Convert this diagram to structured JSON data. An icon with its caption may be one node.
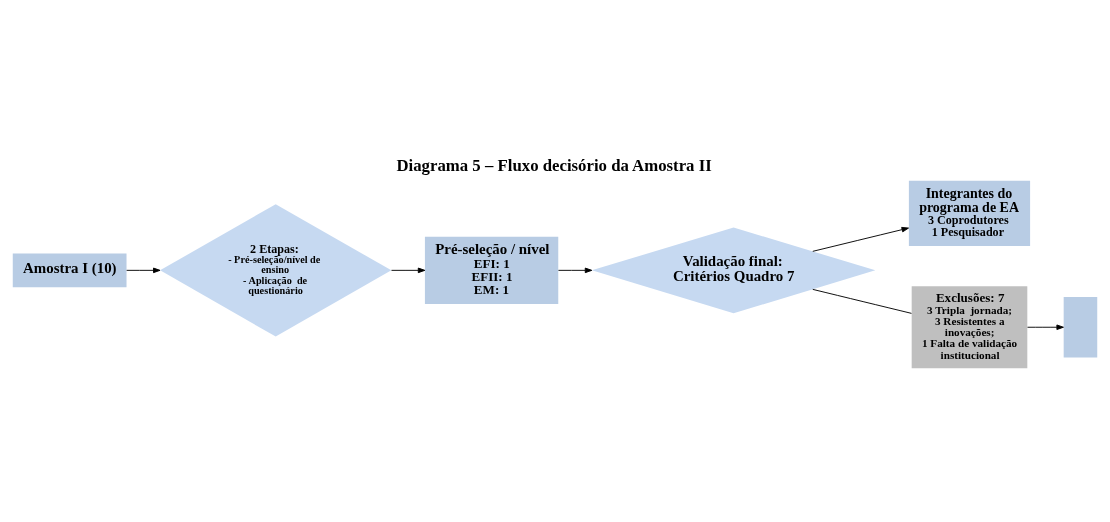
{
  "diagram": {
    "title": "Diagrama 5 – Fluxo decisório da Amostra II",
    "nodes": [
      {
        "text": [
          "Amostra I (10)"
        ]
      },
      {
        "text": [
          "2 Etapas:",
          "- Pré-seleção/nível de ensino",
          "- Aplicação  de questionário"
        ]
      },
      {
        "text": [
          "Pré-seleção / nível",
          "EFI: 1",
          "EFII: 1",
          "EM: 1"
        ]
      },
      {
        "text": [
          "Validação final: Critérios Quadro 7"
        ]
      },
      {
        "text": [
          "Integrantes do programa de EA",
          "3 Coprodutores",
          "1 Pesquisador"
        ]
      },
      {
        "text": [
          "Exclusões: 7",
          "3 Tripla  jornada;",
          "3 Resistentes a inovações;",
          "1 Falta de validação institucional"
        ]
      },
      {
        "text": [],
        "shape": "box"
      }
    ],
    "edges": [
      {
        "from": 0,
        "to": 1,
        "arrow": "to"
      },
      {
        "from": 1,
        "to": 2,
        "arrow": "to"
      },
      {
        "from": 2,
        "to": 3,
        "arrow": "to"
      },
      {
        "from": 3,
        "to": 4,
        "arrow": "to"
      },
      {
        "from": 3,
        "to": 5,
        "arrow": "none"
      },
      {
        "from": 5,
        "to": 6,
        "arrow": "to"
      }
    ]
  }
}
